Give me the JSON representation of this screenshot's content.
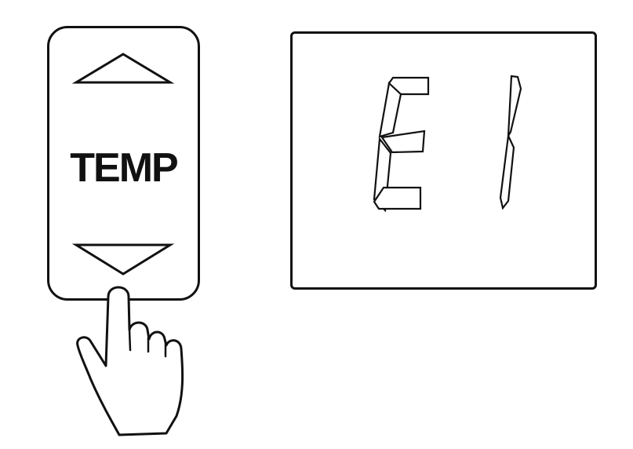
{
  "control_panel": {
    "button_label": "TEMP",
    "up_icon": "triangle-up-outline-icon",
    "down_icon": "triangle-down-outline-icon"
  },
  "display": {
    "readout": "E1",
    "style": "seven-segment-outline",
    "lit_segments": {
      "digit_1": [
        "a",
        "d",
        "e",
        "f",
        "g"
      ],
      "digit_2": [
        "b",
        "c"
      ]
    }
  },
  "hand": {
    "icon": "pointing-finger-hand-icon",
    "pressing": "down-button"
  }
}
